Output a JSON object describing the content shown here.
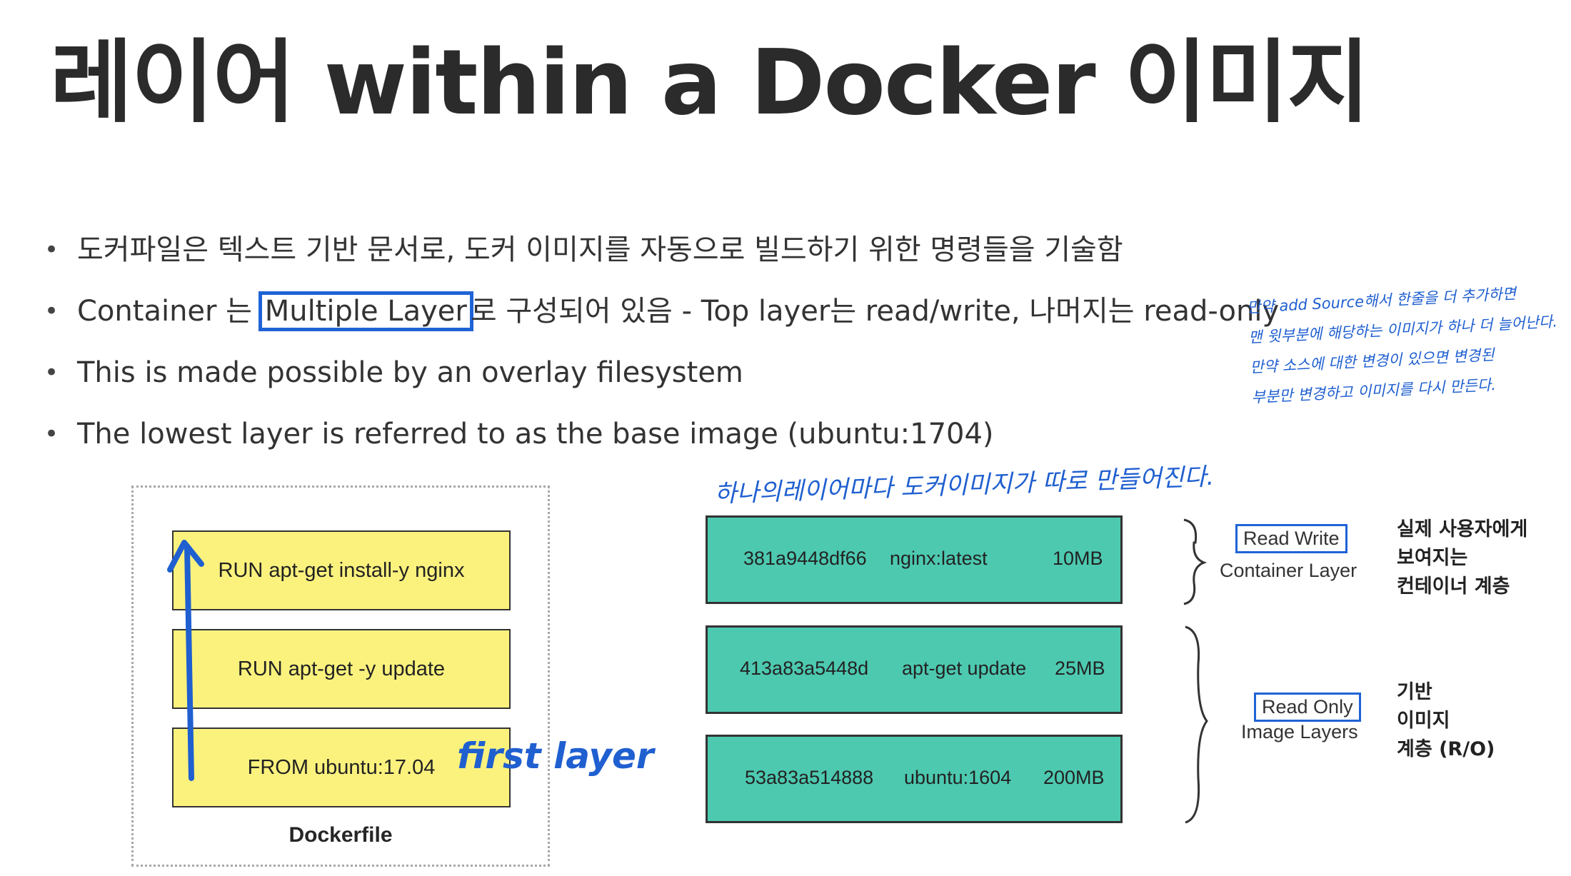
{
  "title": "레이어 within a Docker 이미지",
  "bullets": {
    "b1": "도커파일은 텍스트 기반 문서로, 도커 이미지를 자동으로 빌드하기 위한 명령들을 기술함",
    "b2_pre": "Container 는 ",
    "b2_highlight": "Multiple Layer",
    "b2_post": "로 구성되어 있음 - Top layer는 read/write, 나머지는 read-only",
    "b3": "This is made possible by an overlay filesystem",
    "b4": "The lowest layer is referred to as the base image (ubuntu:1704)"
  },
  "annotations": {
    "right_lines": [
      "만약 add Source해서 한줄을 더 추가하면",
      "맨 윗부분에 해당하는 이미지가 하나 더 늘어난다.",
      "만약 소스에 대한 변경이 있으면 변경된",
      "부분만 변경하고 이미지를 다시 만든다."
    ],
    "middle": "하나의레이어마다 도커이미지가 따로 만들어진다.",
    "first_layer": "first layer"
  },
  "dockerfile": {
    "label": "Dockerfile",
    "layers": [
      "RUN apt-get install-y nginx",
      "RUN apt-get -y update",
      "FROM ubuntu:17.04"
    ]
  },
  "image_layers": [
    {
      "id": "381a9448df66",
      "name": "nginx:latest",
      "size": "10MB"
    },
    {
      "id": "413a83a5448d",
      "name": "apt-get update",
      "size": "25MB"
    },
    {
      "id": "53a83a514888",
      "name": "ubuntu:1604",
      "size": "200MB"
    }
  ],
  "container_group": {
    "box_label": "Read Write",
    "sub_label": "Container Layer",
    "korean_lines": [
      "실제 사용자에게",
      "보여지는",
      "컨테이너 계층"
    ]
  },
  "image_group": {
    "box_label": "Read Only",
    "sub_label": "Image Layers",
    "korean_lines": [
      "기반",
      "이미지",
      "계층 (R/O)"
    ]
  },
  "colors": {
    "highlight": "#1f63d6",
    "dockerfile_layer": "#fbf27e",
    "image_layer": "#4dc9b0",
    "handwriting": "#1f5fd0"
  }
}
